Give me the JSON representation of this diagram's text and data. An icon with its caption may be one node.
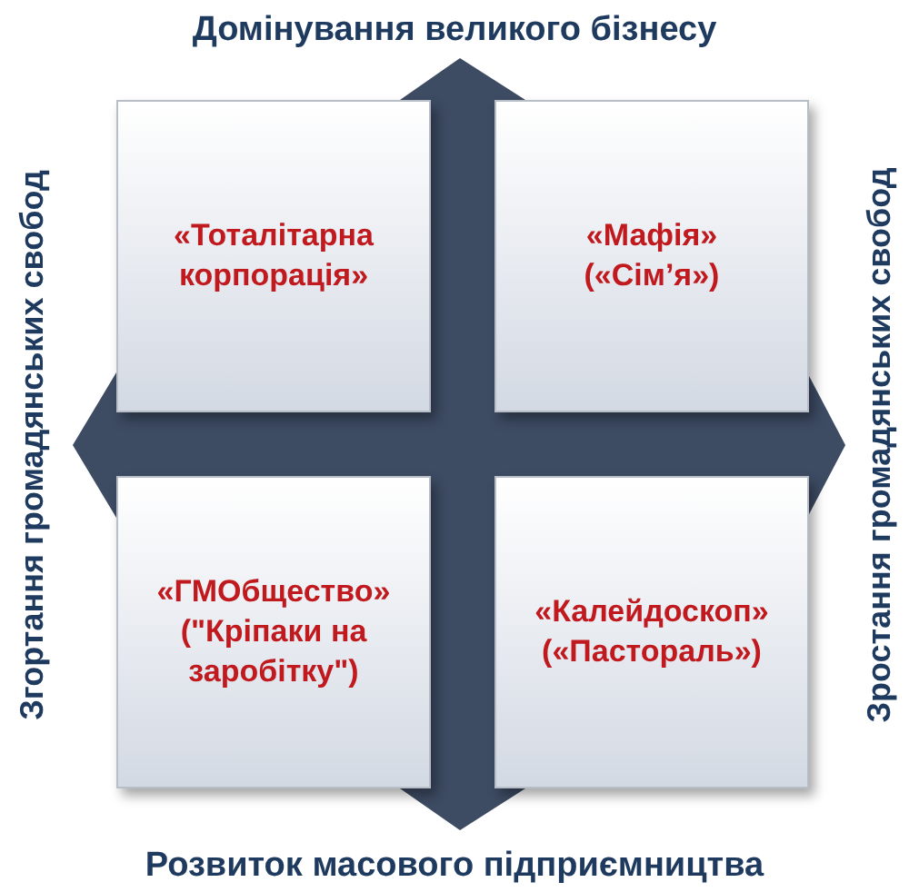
{
  "diagram": {
    "title": "Домінування великого бізнесу",
    "nodes": [
      {
        "text": [
          "«Тоталітарна корпорація»"
        ]
      },
      {
        "text": [
          "«Мафія»",
          "(«Сім’я»)"
        ]
      },
      {
        "text": [
          "«ГМОбщество»",
          "(\"Кріпаки на заробітку\")"
        ]
      },
      {
        "text": [
          "«Калейдоскоп»",
          "(«Пастораль»)"
        ]
      }
    ],
    "labels": [
      "Згортання громадянських свобод",
      "Зростання громадянських свобод",
      "Розвиток масового підприємництва"
    ]
  }
}
